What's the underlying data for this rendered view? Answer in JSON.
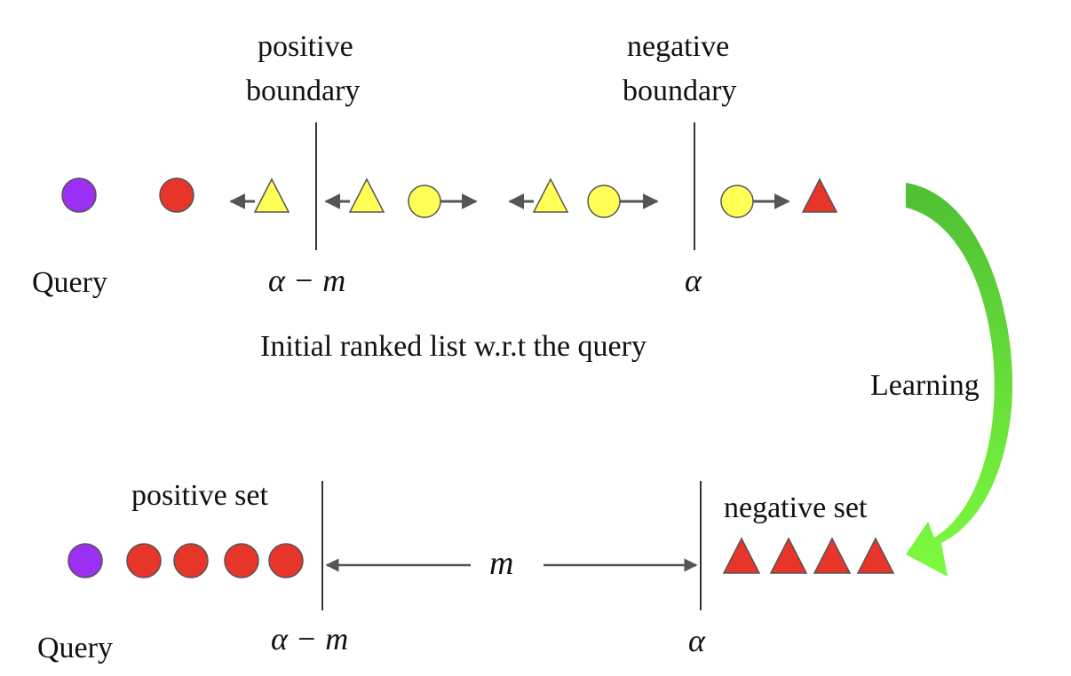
{
  "top": {
    "positive_boundary_line1": "positive",
    "positive_boundary_line2": "boundary",
    "negative_boundary_line1": "negative",
    "negative_boundary_line2": "boundary",
    "query_label": "Query",
    "alpha_minus_m": "α − m",
    "alpha": "α",
    "caption": "Initial ranked list  w.r.t the query"
  },
  "learning_label": "Learning",
  "bottom": {
    "positive_set_label": "positive set",
    "negative_set_label": "negative set",
    "margin_label": "m",
    "query_label": "Query",
    "alpha_minus_m": "α − m",
    "alpha": "α"
  },
  "colors": {
    "query": "#9b2ff2",
    "positive": "#e8352a",
    "ambiguous": "#ffff55",
    "arrow": "#555555",
    "learning_arrow": "#5fcf3a"
  }
}
